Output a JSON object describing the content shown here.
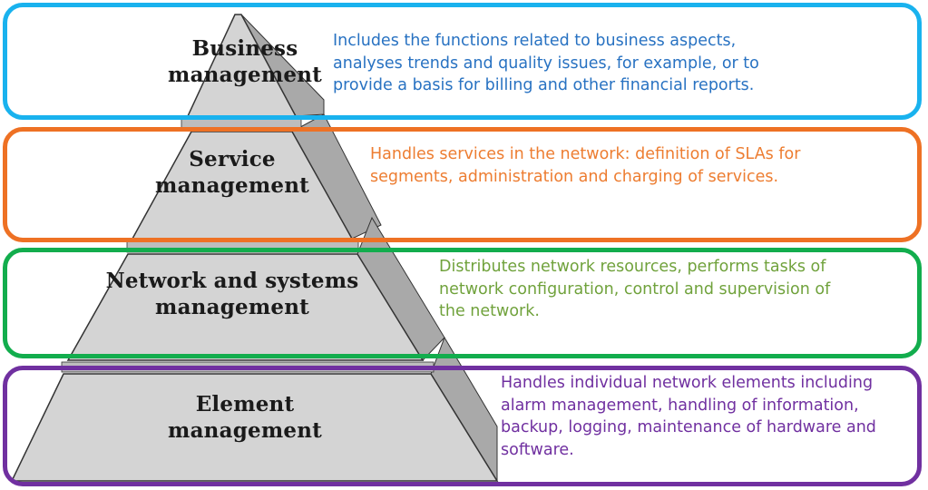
{
  "colors": {
    "business": "#19b2ee",
    "service": "#ee7124",
    "network": "#12ad4d",
    "element": "#7030a0",
    "business_text": "#2872c2",
    "service_text": "#ed7d31",
    "network_text": "#70a23c",
    "element_text": "#7030a0",
    "face": "#d4d4d4",
    "side": "#a9a9a9",
    "edge": "#333333"
  },
  "layers": [
    {
      "id": "business",
      "label_lines": [
        "Business",
        "management"
      ],
      "description_lines": [
        "Includes the functions related to business aspects,",
        "analyses trends and quality issues, for example, or to",
        "provide a basis for billing and other financial reports."
      ]
    },
    {
      "id": "service",
      "label_lines": [
        "Service",
        "management"
      ],
      "description_lines": [
        "Handles services in the network: definition of SLAs for",
        "segments, administration and charging of services."
      ]
    },
    {
      "id": "network",
      "label_lines": [
        "Network and systems",
        "management"
      ],
      "description_lines": [
        "Distributes network resources, performs tasks of",
        "network configuration, control and supervision of",
        "the network."
      ]
    },
    {
      "id": "element",
      "label_lines": [
        "Element",
        "management"
      ],
      "description_lines": [
        "Handles individual network elements including",
        "alarm management, handling of information,",
        "backup, logging, maintenance of hardware and",
        "software."
      ]
    }
  ]
}
